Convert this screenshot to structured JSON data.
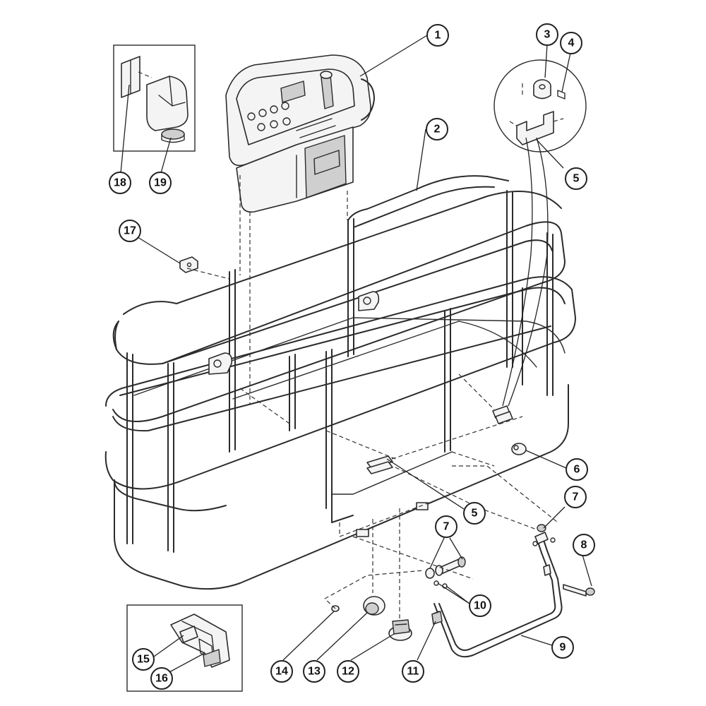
{
  "callouts": [
    {
      "id": "c1",
      "label": "1"
    },
    {
      "id": "c2",
      "label": "2"
    },
    {
      "id": "c3",
      "label": "3"
    },
    {
      "id": "c4",
      "label": "4"
    },
    {
      "id": "c5a",
      "label": "5"
    },
    {
      "id": "c5b",
      "label": "5"
    },
    {
      "id": "c6",
      "label": "6"
    },
    {
      "id": "c7a",
      "label": "7"
    },
    {
      "id": "c7b",
      "label": "7"
    },
    {
      "id": "c8",
      "label": "8"
    },
    {
      "id": "c9",
      "label": "9"
    },
    {
      "id": "c10",
      "label": "10"
    },
    {
      "id": "c11",
      "label": "11"
    },
    {
      "id": "c12",
      "label": "12"
    },
    {
      "id": "c13",
      "label": "13"
    },
    {
      "id": "c14",
      "label": "14"
    },
    {
      "id": "c15",
      "label": "15"
    },
    {
      "id": "c16",
      "label": "16"
    },
    {
      "id": "c17",
      "label": "17"
    },
    {
      "id": "c18",
      "label": "18"
    },
    {
      "id": "c19",
      "label": "19"
    }
  ]
}
